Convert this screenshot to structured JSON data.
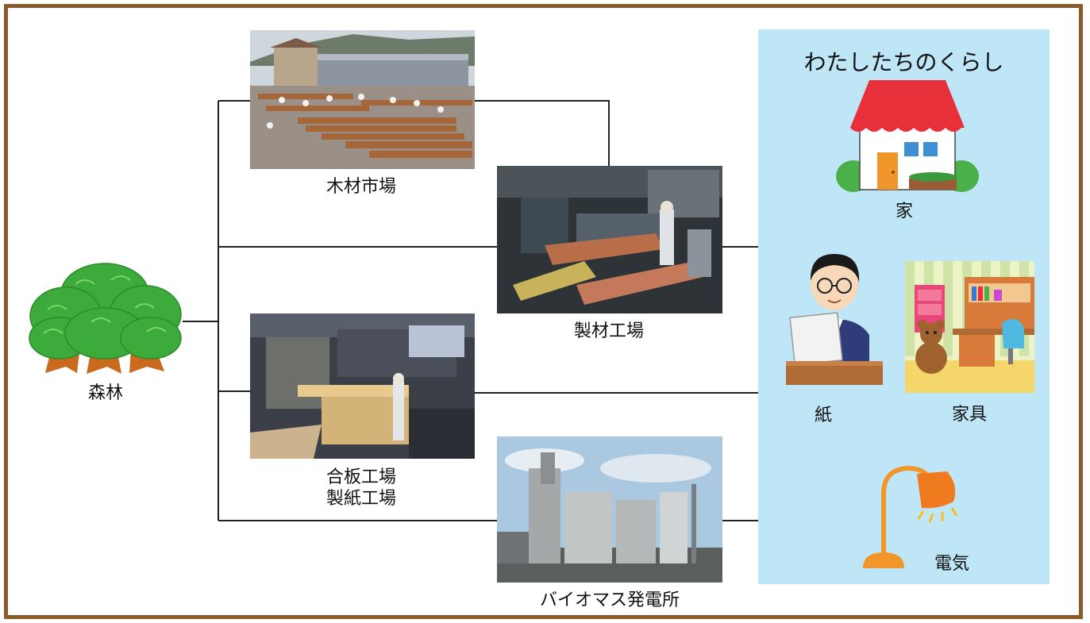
{
  "forest": {
    "label": "森林",
    "icon": "tree-icon"
  },
  "nodes": {
    "timber_market": {
      "label": "木材市場"
    },
    "sawmill": {
      "label": "製材工場"
    },
    "plywood_paper": {
      "line1": "合板工場",
      "line2": "製紙工場"
    },
    "biomass_plant": {
      "label": "バイオマス発電所"
    }
  },
  "life": {
    "title": "わたしたちのくらし",
    "house": {
      "label": "家",
      "icon": "house-icon"
    },
    "paper": {
      "label": "紙",
      "icon": "reading-man-icon"
    },
    "furniture": {
      "label": "家具",
      "icon": "furniture-room-icon"
    },
    "electricity": {
      "label": "電気",
      "icon": "lamp-icon"
    }
  },
  "colors": {
    "frame": "#8a5a2b",
    "panel": "#bfe6f7",
    "tree": "#3cab3c",
    "roof": "#e8303a"
  }
}
